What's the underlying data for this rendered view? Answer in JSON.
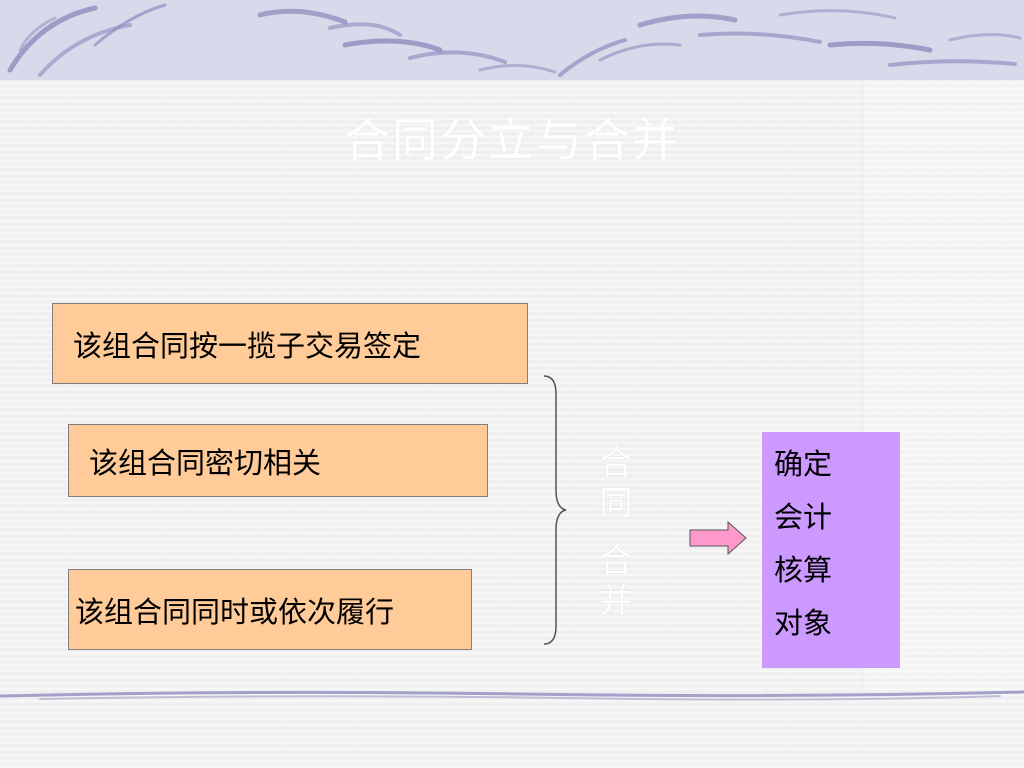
{
  "title": "合同分立与合并",
  "conditions": [
    {
      "label": "该组合同按一揽子交易签定"
    },
    {
      "label": "该组合同密切相关"
    },
    {
      "label": "该组合同同时或依次履行"
    }
  ],
  "merge_label": [
    "合",
    "同",
    "合",
    "并"
  ],
  "result_lines": [
    "确定",
    "会计",
    "核算",
    "对象"
  ],
  "colors": {
    "condition_fill": "#ffcc99",
    "result_fill": "#cc99ff",
    "arrow_fill": "#ff99cc",
    "banner": "#d9d9ec",
    "stroke_accent": "#8c8cbe"
  },
  "icons": {
    "brace": "right-curly-brace-icon",
    "arrow": "right-arrow-icon"
  }
}
